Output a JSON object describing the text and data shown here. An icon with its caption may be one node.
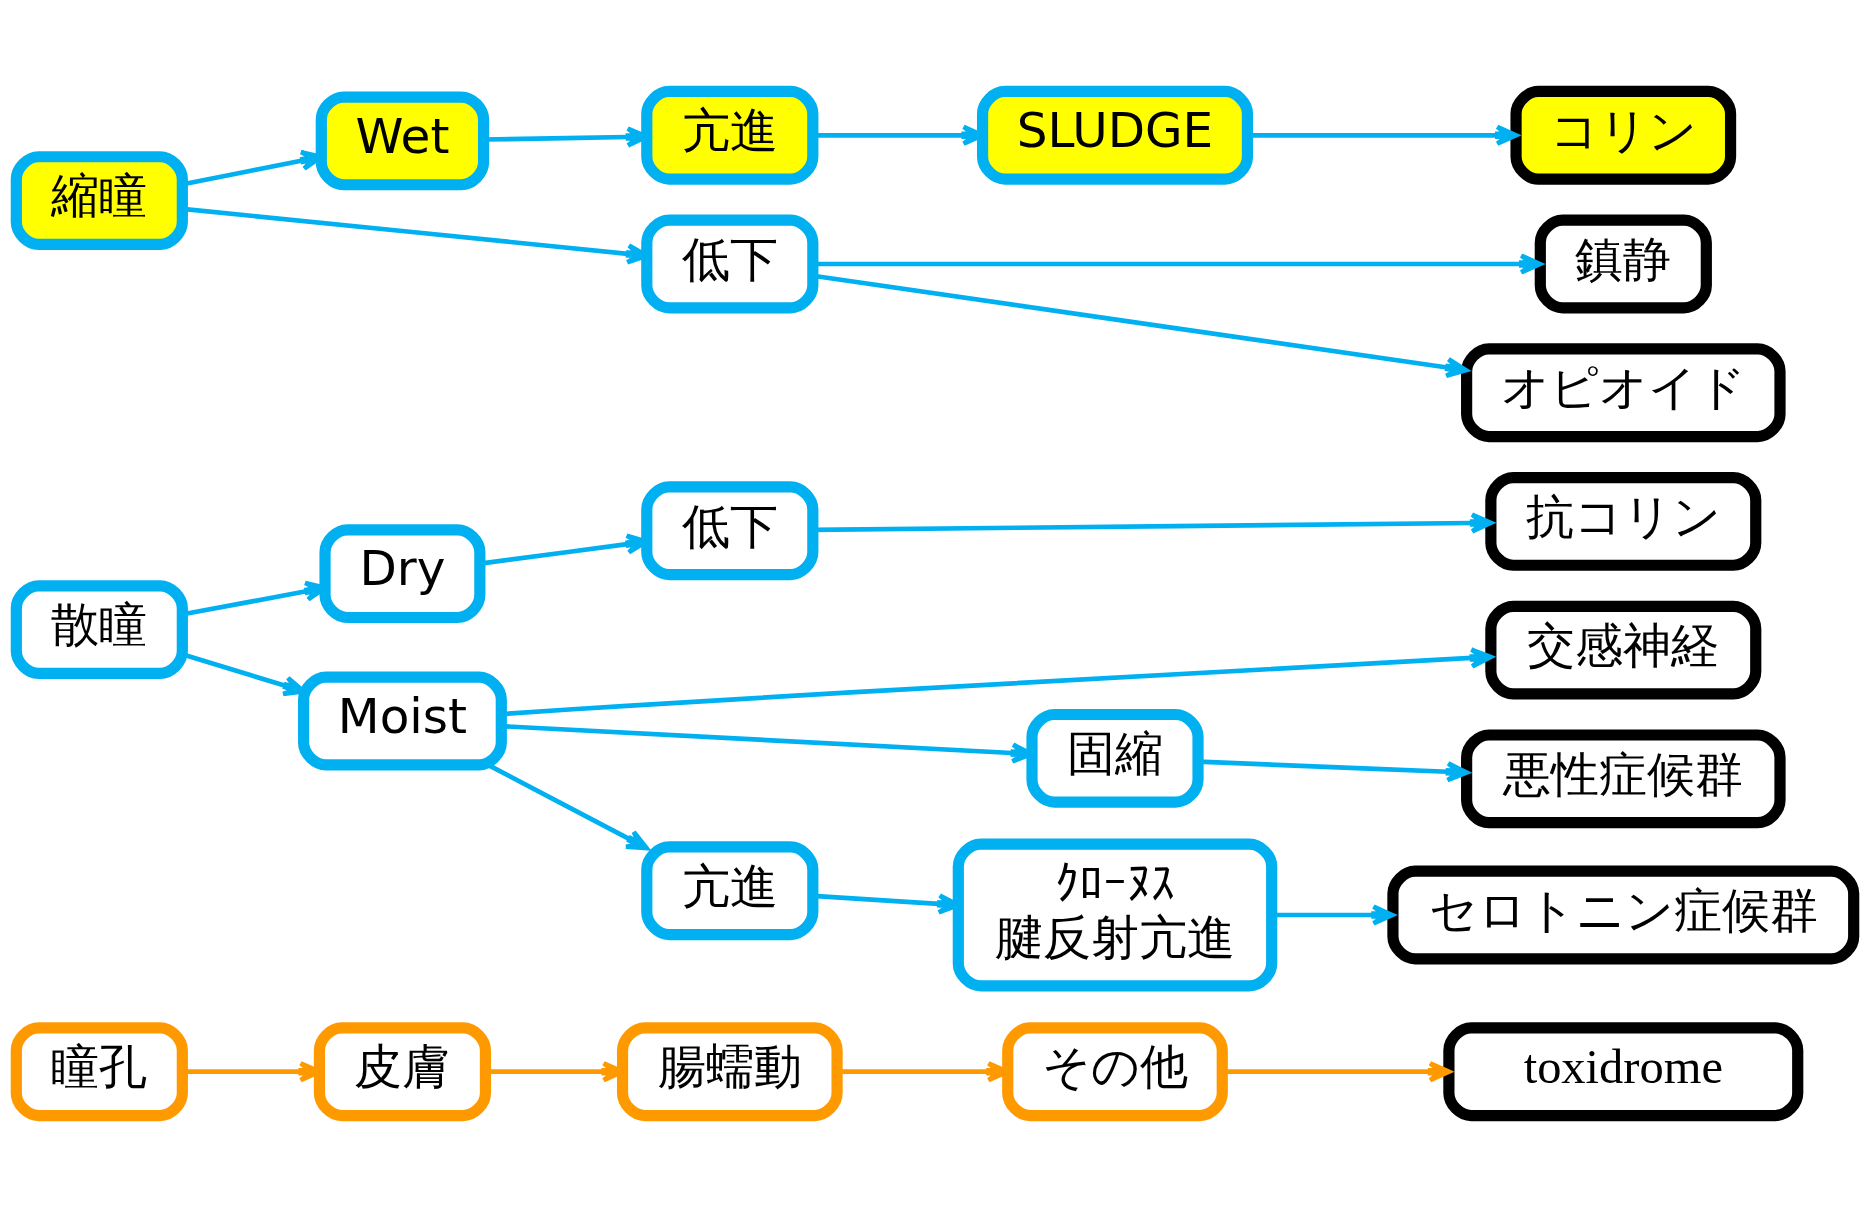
{
  "diagram": {
    "nodes": [
      {
        "text": [
          "瞳孔"
        ]
      },
      {
        "text": [
          "皮膚"
        ]
      },
      {
        "text": [
          "腸蠕動"
        ]
      },
      {
        "text": [
          "その他"
        ]
      },
      {
        "text": [
          "toxidrome"
        ]
      },
      {
        "text": [
          "抗コリン"
        ]
      },
      {
        "text": [
          "散瞳"
        ]
      },
      {
        "text": [
          "Dry"
        ]
      },
      {
        "text": [
          "低下"
        ]
      },
      {
        "text": [
          "交感神経"
        ]
      },
      {
        "text": [
          "Moist"
        ]
      },
      {
        "text": [
          "固縮"
        ]
      },
      {
        "text": [
          "悪性症候群"
        ]
      },
      {
        "text": [
          "亢進"
        ]
      },
      {
        "text": [
          "ｸﾛｰﾇｽ",
          "腱反射亢進"
        ]
      },
      {
        "text": [
          "セロトニン症候群"
        ]
      },
      {
        "text": [
          "Wet"
        ]
      },
      {
        "text": [
          "亢進"
        ]
      },
      {
        "text": [
          "SLUDGE"
        ]
      },
      {
        "text": [
          "コリン"
        ]
      },
      {
        "text": [
          "縮瞳"
        ]
      },
      {
        "text": [
          "低下"
        ]
      },
      {
        "text": [
          "鎮静"
        ]
      },
      {
        "text": [
          "オピオイド"
        ]
      }
    ],
    "edges": [
      {
        "from": 0,
        "to": 1,
        "arrow": "to",
        "color": "#ff9900"
      },
      {
        "from": 1,
        "to": 2,
        "arrow": "to",
        "color": "#ff9900"
      },
      {
        "from": 2,
        "to": 3,
        "arrow": "to",
        "color": "#ff9900"
      },
      {
        "from": 3,
        "to": 4,
        "arrow": "to",
        "color": "#ff9900"
      },
      {
        "from": 6,
        "to": 7,
        "arrow": "to"
      },
      {
        "from": 6,
        "to": 10,
        "arrow": "to"
      },
      {
        "from": 7,
        "to": 8,
        "arrow": "to"
      },
      {
        "from": 8,
        "to": 5,
        "arrow": "to"
      },
      {
        "from": 10,
        "to": 9,
        "arrow": "to"
      },
      {
        "from": 10,
        "to": 11,
        "arrow": "to"
      },
      {
        "from": 11,
        "to": 12,
        "arrow": "to"
      },
      {
        "from": 10,
        "to": 13,
        "arrow": "to"
      },
      {
        "from": 13,
        "to": 14,
        "arrow": "to"
      },
      {
        "from": 14,
        "to": 15,
        "arrow": "to"
      },
      {
        "from": 20,
        "to": 16,
        "arrow": "to"
      },
      {
        "from": 16,
        "to": 17,
        "arrow": "to"
      },
      {
        "from": 17,
        "to": 18,
        "arrow": "to"
      },
      {
        "from": 18,
        "to": 19,
        "arrow": "to"
      },
      {
        "from": 20,
        "to": 21,
        "arrow": "to"
      },
      {
        "from": 21,
        "to": 22,
        "arrow": "to"
      },
      {
        "from": 21,
        "to": 23,
        "arrow": "to"
      }
    ]
  }
}
